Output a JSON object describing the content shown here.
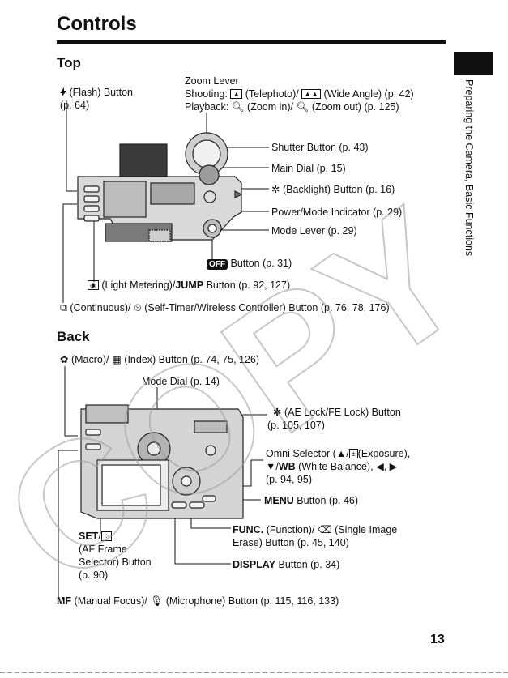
{
  "page": {
    "title": "Controls",
    "side_label": "Preparing the Camera, Basic Functions",
    "page_number": "13",
    "watermark": "COPY"
  },
  "top": {
    "heading": "Top",
    "flash_label": "(Flash) Button",
    "flash_ref": "(p. 64)",
    "zoom_title": "Zoom Lever",
    "zoom_shoot_prefix": "Shooting:",
    "zoom_shoot_tele": "(Telephoto)/",
    "zoom_shoot_wide": "(Wide Angle) (p. 42)",
    "zoom_play_prefix": "Playback:",
    "zoom_play_in": "(Zoom in)/",
    "zoom_play_out": "(Zoom out) (p. 125)",
    "shutter": "Shutter Button (p. 43)",
    "main_dial": "Main Dial (p. 15)",
    "backlight": "(Backlight) Button (p. 16)",
    "power_indicator": "Power/Mode Indicator (p. 29)",
    "mode_lever": "Mode Lever (p. 29)",
    "off_badge": "OFF",
    "off_button": "Button (p. 31)",
    "light_pre": "(Light Metering)/",
    "light_bold": "JUMP",
    "light_post": "Button (p. 92, 127)",
    "continuous_pre": "(Continuous)/",
    "continuous_post": "(Self-Timer/Wireless Controller) Button (p. 76, 78, 176)"
  },
  "back": {
    "heading": "Back",
    "macro_pre": "(Macro)/",
    "macro_post": "(Index) Button (p. 74, 75, 126)",
    "mode_dial": "Mode Dial (p. 14)",
    "ae_lock_1": "(AE Lock/FE Lock) Button",
    "ae_lock_2": "(p. 105, 107)",
    "omni_1a": "Omni Selector (",
    "omni_1b": "/",
    "omni_1c": "(Exposure),",
    "omni_2a": "/",
    "omni_2b": "WB",
    "omni_2c": "(White Balance),",
    "omni_3": "(p. 94, 95)",
    "omni_up": "▲",
    "omni_down": "▼",
    "omni_left": "◀",
    "omni_right": "▶",
    "menu_bold": "MENU",
    "menu_post": "Button (p. 46)",
    "set_bold": "SET",
    "set_slash": "/",
    "set_l2": "(AF Frame",
    "set_l3": "Selector) Button",
    "set_l4": "(p. 90)",
    "func_bold": "FUNC.",
    "func_mid": "(Function)/",
    "func_post": "(Single Image",
    "func_l2": "Erase) Button (p. 45, 140)",
    "display_bold": "DISPLAY",
    "display_post": "Button (p. 34)",
    "mf_bold": "MF",
    "mf_mid": "(Manual Focus)/",
    "mf_post": "(Microphone) Button (p. 115, 116, 133)"
  }
}
